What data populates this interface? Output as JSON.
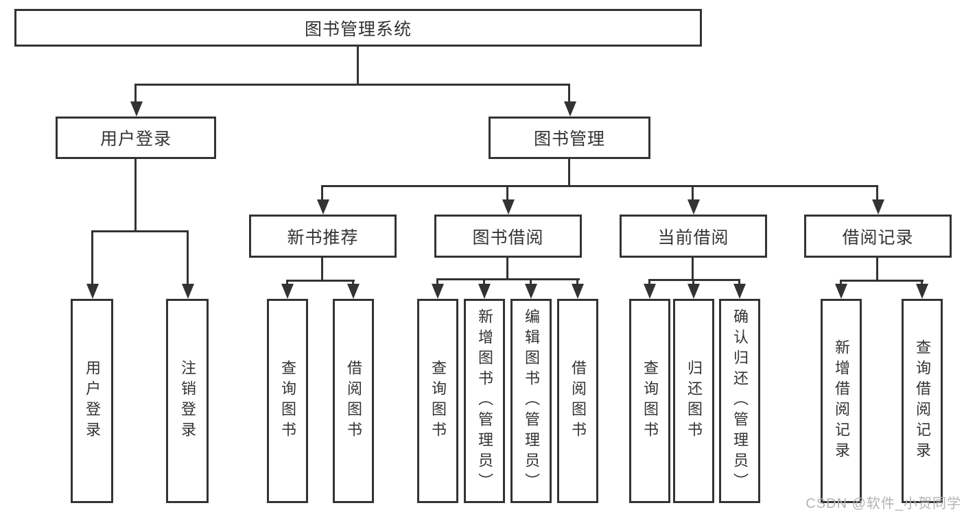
{
  "colors": {
    "line": "#333333",
    "text": "#333333",
    "background": "#ffffff",
    "watermark": "#b3b3b3"
  },
  "diagram": {
    "root": {
      "label": "图书管理系统"
    },
    "branches": [
      {
        "label": "用户登录",
        "leaves": [
          {
            "label": "用户登录"
          },
          {
            "label": "注销登录"
          }
        ]
      },
      {
        "label": "图书管理",
        "groups": [
          {
            "label": "新书推荐",
            "leaves": [
              {
                "label": "查询图书"
              },
              {
                "label": "借阅图书"
              }
            ]
          },
          {
            "label": "图书借阅",
            "leaves": [
              {
                "label": "查询图书"
              },
              {
                "label": "新增图书（管理员）"
              },
              {
                "label": "编辑图书（管理员）"
              },
              {
                "label": "借阅图书"
              }
            ]
          },
          {
            "label": "当前借阅",
            "leaves": [
              {
                "label": "查询图书"
              },
              {
                "label": "归还图书"
              },
              {
                "label": "确认归还（管理员）"
              }
            ]
          },
          {
            "label": "借阅记录",
            "leaves": [
              {
                "label": "新增借阅记录"
              },
              {
                "label": "查询借阅记录"
              }
            ]
          }
        ]
      }
    ]
  },
  "watermark": {
    "text": "CSDN @软件_小贺同学"
  }
}
